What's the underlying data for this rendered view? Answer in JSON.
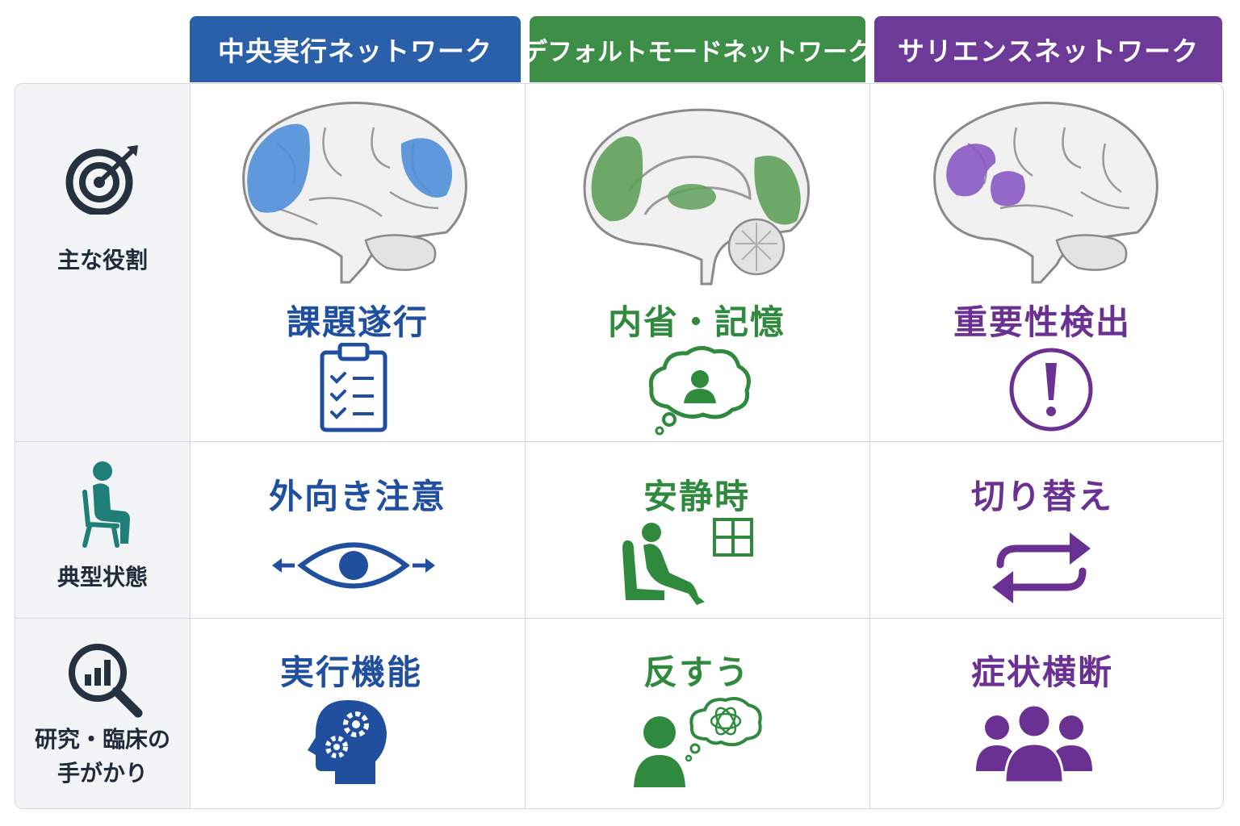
{
  "colors": {
    "blue": "#2a5faa",
    "green": "#3d8f47",
    "purple": "#6d3a98",
    "blue_text": "#1f4f9e",
    "green_text": "#2f8a3e",
    "purple_text": "#6a3192",
    "row_label": "#1f2a3a",
    "row_icon": "#26313f",
    "teal": "#1f7f78"
  },
  "columns": [
    {
      "name": "中央実行ネットワーク",
      "color": "blue"
    },
    {
      "name": "デフォルトモードネットワーク",
      "color": "green"
    },
    {
      "name": "サリエンスネットワーク",
      "color": "purple"
    }
  ],
  "rows": [
    {
      "label": "主な役割",
      "icon": "target-icon",
      "cells": [
        {
          "text": "課題遂行",
          "icon": "clipboard-checklist-icon",
          "brain": "lateral-brain-frontal-parietal-highlight"
        },
        {
          "text": "内省・記憶",
          "icon": "thought-bubble-person-icon",
          "brain": "medial-brain-highlight"
        },
        {
          "text": "重要性検出",
          "icon": "exclamation-circle-icon",
          "brain": "lateral-brain-insula-highlight"
        }
      ]
    },
    {
      "label": "典型状態",
      "icon": "seated-person-icon",
      "cells": [
        {
          "text": "外向き注意",
          "icon": "eye-arrows-icon"
        },
        {
          "text": "安静時",
          "icon": "resting-armchair-icon"
        },
        {
          "text": "切り替え",
          "icon": "switch-arrows-icon"
        }
      ]
    },
    {
      "label_lines": [
        "研究・臨床の",
        "手がかり"
      ],
      "icon": "magnifier-chart-icon",
      "cells": [
        {
          "text": "実行機能",
          "icon": "head-gears-icon"
        },
        {
          "text": "反すう",
          "icon": "person-thought-swirl-icon"
        },
        {
          "text": "症状横断",
          "icon": "people-group-icon"
        }
      ]
    }
  ]
}
